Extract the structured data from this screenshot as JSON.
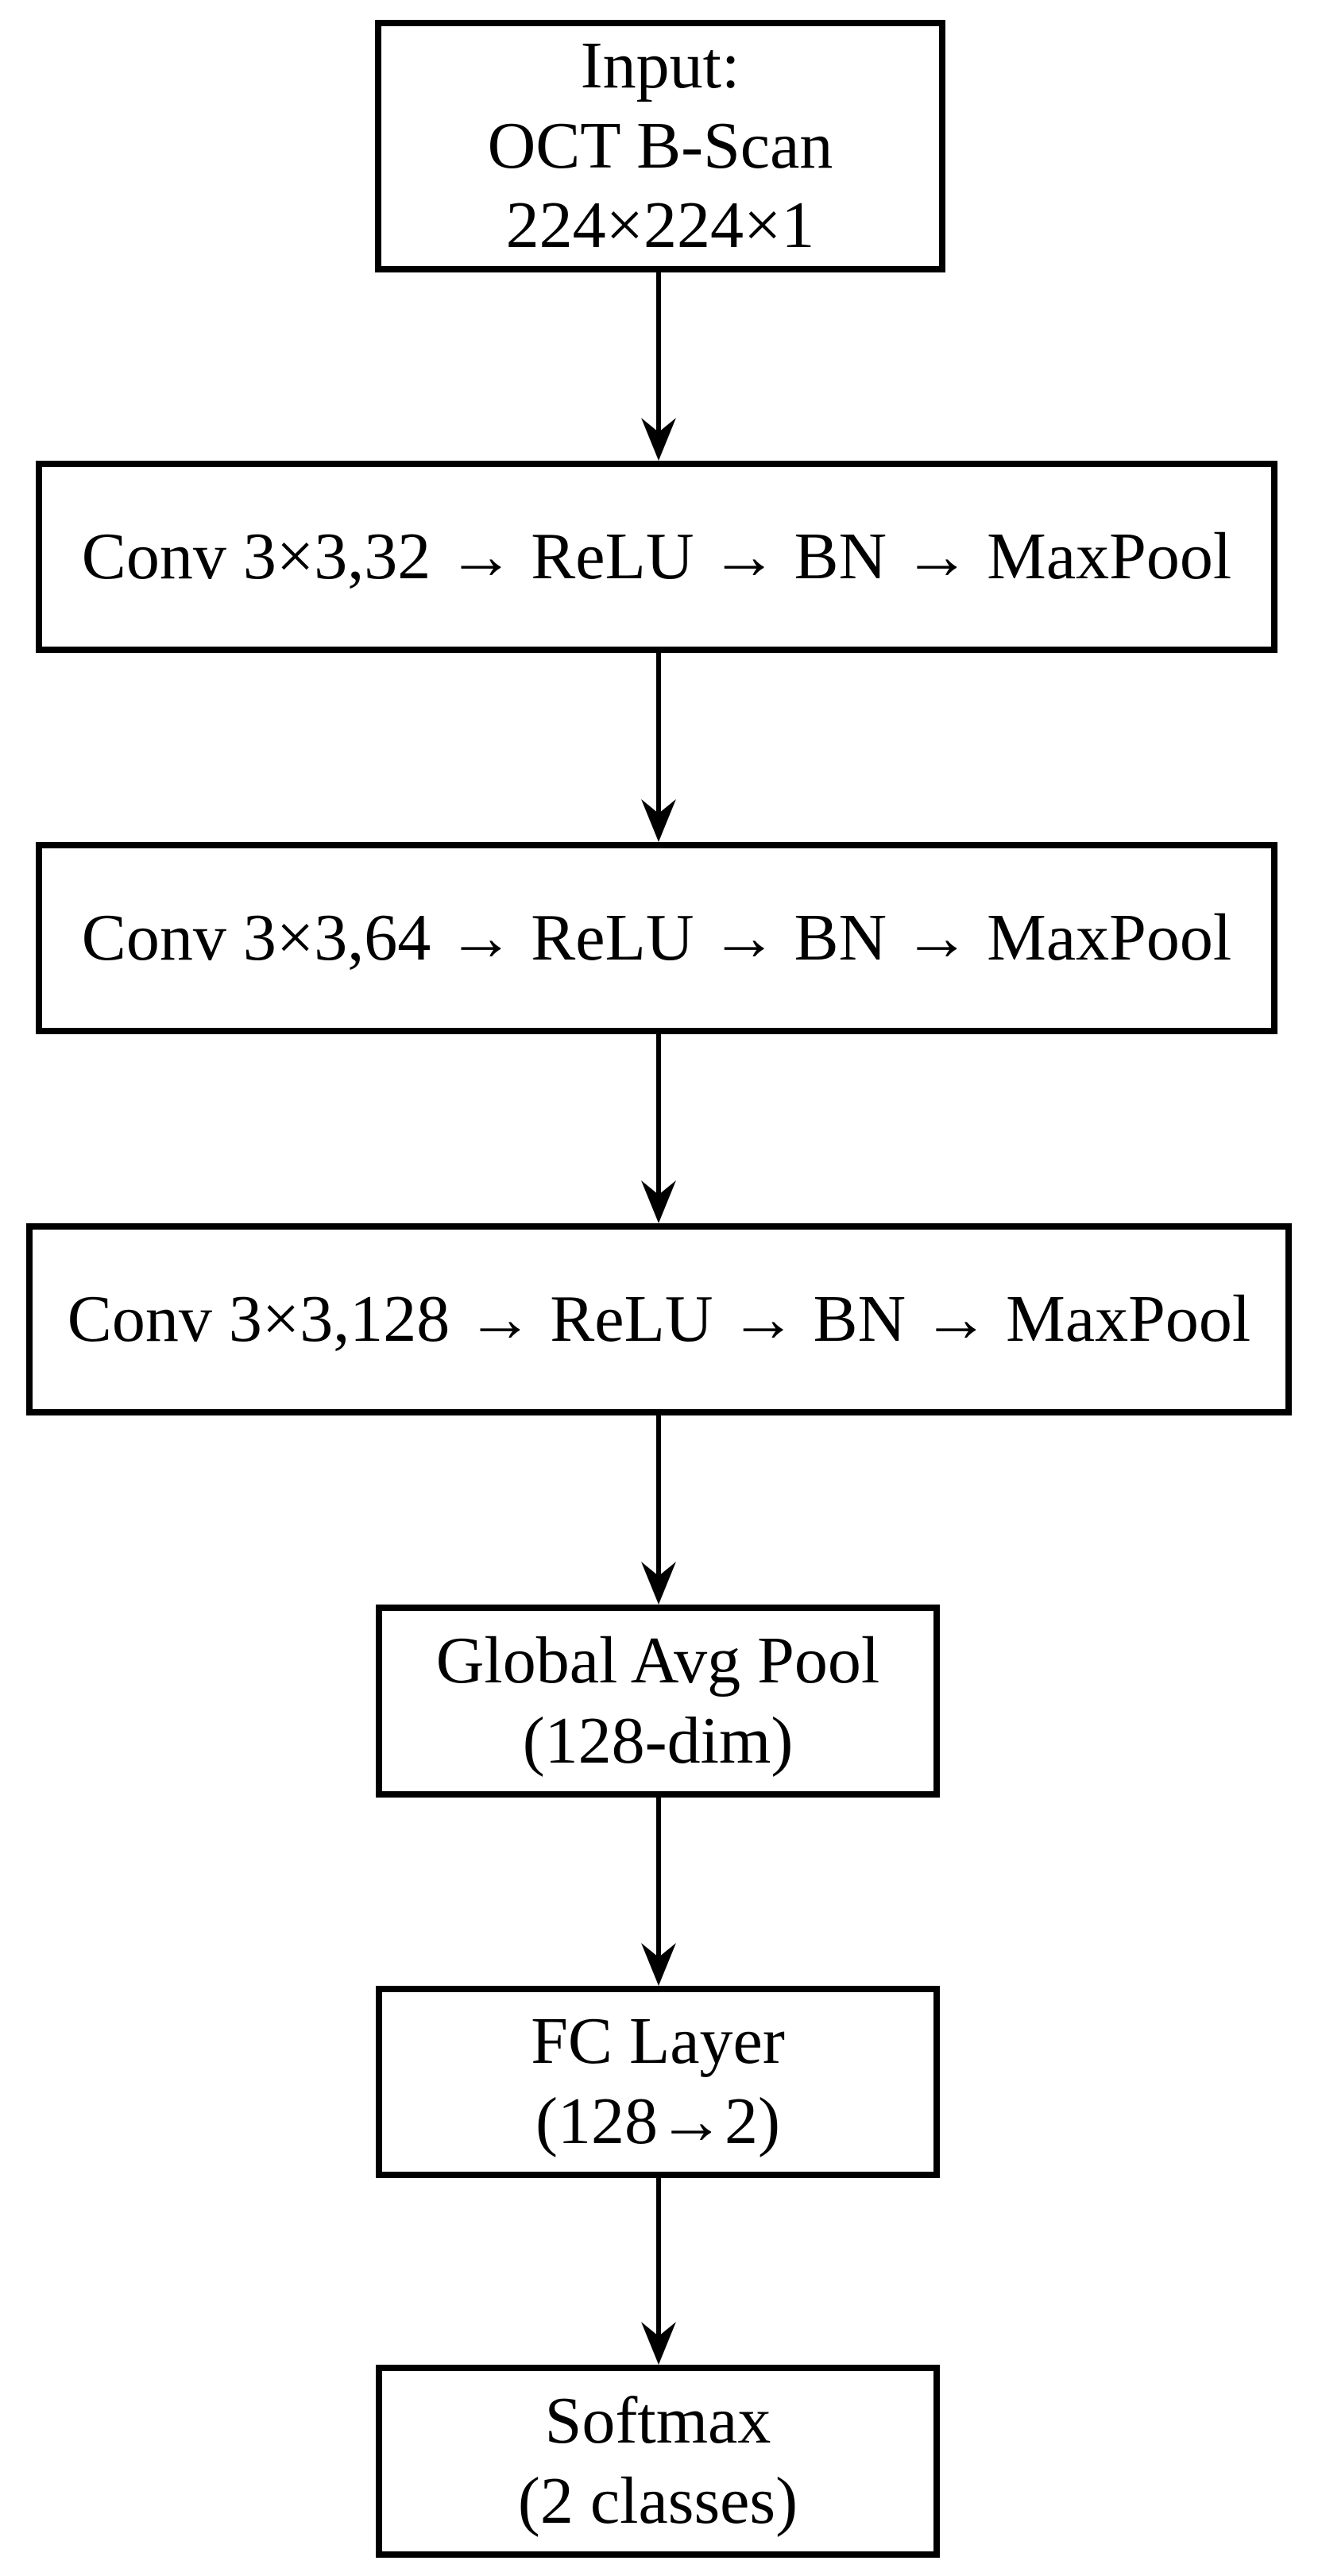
{
  "diagram": {
    "type": "flowchart",
    "colors": {
      "background": "#ffffff",
      "box_fill": "#ffffff",
      "box_border": "#000000",
      "text": "#000000",
      "arrow": "#000000"
    },
    "nodes": [
      {
        "id": "input",
        "lines": [
          "Input:",
          "OCT B-Scan",
          "224×224×1"
        ]
      },
      {
        "id": "conv1",
        "lines": [
          "Conv 3×3,32 → ReLU → BN → MaxPool"
        ]
      },
      {
        "id": "conv2",
        "lines": [
          "Conv 3×3,64 → ReLU → BN → MaxPool"
        ]
      },
      {
        "id": "conv3",
        "lines": [
          "Conv 3×3,128 → ReLU → BN → MaxPool"
        ]
      },
      {
        "id": "global-avg-pool",
        "lines": [
          "Global Avg Pool",
          "(128-dim)"
        ]
      },
      {
        "id": "fc-layer",
        "lines": [
          "FC Layer",
          "(128→2)"
        ]
      },
      {
        "id": "softmax",
        "lines": [
          "Softmax",
          "(2 classes)"
        ]
      }
    ],
    "edges": [
      {
        "from": "input",
        "to": "conv1"
      },
      {
        "from": "conv1",
        "to": "conv2"
      },
      {
        "from": "conv2",
        "to": "conv3"
      },
      {
        "from": "conv3",
        "to": "global-avg-pool"
      },
      {
        "from": "global-avg-pool",
        "to": "fc-layer"
      },
      {
        "from": "fc-layer",
        "to": "softmax"
      }
    ]
  }
}
